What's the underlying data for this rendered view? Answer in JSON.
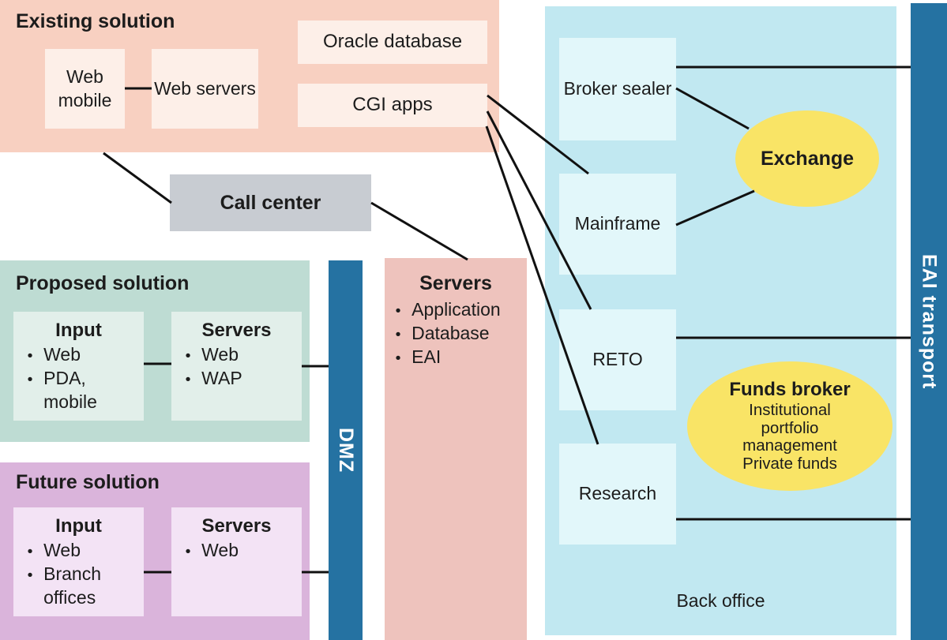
{
  "colors": {
    "peach_container": "#f8d0c1",
    "peach_box": "#fdefe8",
    "gray_box": "#c8ccd2",
    "teal_container": "#bedcd3",
    "teal_box": "#e2efea",
    "purple_container": "#dab4db",
    "purple_box": "#f3e3f5",
    "blue_bar": "#2572a2",
    "pink_box": "#eec3bd",
    "cyan_container": "#c1e8f1",
    "cyan_box": "#e2f7fa",
    "yellow_ellipse": "#f9e466",
    "connector_line": "#111111"
  },
  "existing": {
    "title": "Existing solution",
    "web_mobile": "Web mobile",
    "web_servers": "Web servers",
    "oracle": "Oracle database",
    "cgi": "CGI apps"
  },
  "call_center": {
    "label": "Call center"
  },
  "proposed": {
    "title": "Proposed solution",
    "input_title": "Input",
    "input_items": [
      "Web",
      "PDA, mobile"
    ],
    "servers_title": "Servers",
    "servers_items": [
      "Web",
      "WAP"
    ]
  },
  "future": {
    "title": "Future solution",
    "input_title": "Input",
    "input_items": [
      "Web",
      "Branch offices"
    ],
    "servers_title": "Servers",
    "servers_items": [
      "Web"
    ]
  },
  "dmz": {
    "label": "DMZ"
  },
  "mid_servers": {
    "title": "Servers",
    "items": [
      "Application",
      "Database",
      "EAI"
    ]
  },
  "back_office": {
    "label": "Back office",
    "broker_sealer": "Broker sealer",
    "mainframe": "Mainframe",
    "reto": "RETO",
    "research": "Research",
    "exchange": "Exchange",
    "funds_broker_title": "Funds broker",
    "funds_broker_desc": "Institutional portfolio management",
    "funds_broker_desc2": "Private funds"
  },
  "eai": {
    "label": "EAI transport"
  }
}
